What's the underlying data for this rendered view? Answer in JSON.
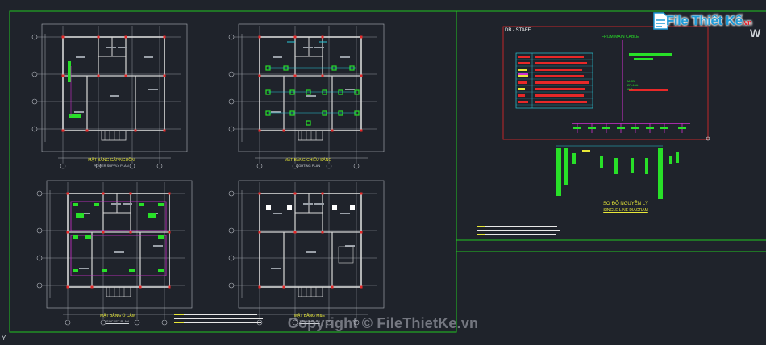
{
  "brand": {
    "name": "File Thiết Kế",
    "domain": ".vn"
  },
  "watermark": "Copyright © FileThietKe.vn",
  "axis_label": "Y",
  "cut_char": "W",
  "plans": [
    {
      "title": "MẶT BẰNG CẤP NGUỒN",
      "subtitle": "POWER SUPPLY PLAN"
    },
    {
      "title": "MẶT BẰNG CHIẾU SÁNG",
      "subtitle": "LIGHTING PLAN"
    },
    {
      "title": "MẶT BẰNG Ổ CẮM",
      "subtitle": "SOCKET PLAN"
    },
    {
      "title": "MẶT BẰNG M&E",
      "subtitle": "TRUNK PLAN"
    }
  ],
  "diagram": {
    "db_title": "DB - STAFF",
    "from_main_cable": "FROM MAIN CABLE",
    "mdb_label": [
      "MCB",
      "2P-40A",
      "6kA"
    ],
    "title": "SƠ ĐỒ NGUYÊN LÝ",
    "subtitle": "SINGLE LINE DIAGRAM"
  },
  "colors": {
    "background": "#1f232b",
    "frame": "#22c422",
    "wall": "#d8d8d8",
    "outline": "#b0b4bb",
    "red": "#e82828",
    "magenta": "#d030d0",
    "cyan": "#28c8d8",
    "green": "#28e028",
    "yellow": "#e8e838"
  }
}
